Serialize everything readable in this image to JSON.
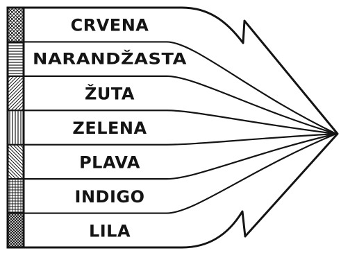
{
  "diagram": {
    "bands": [
      {
        "label": "CRVENA",
        "pattern": "crosshatch"
      },
      {
        "label": "NARANDŽASTA",
        "pattern": "horizontal-lines"
      },
      {
        "label": "ŽUTA",
        "pattern": "diagonal-lines"
      },
      {
        "label": "ZELENA",
        "pattern": "vertical-lines"
      },
      {
        "label": "PLAVA",
        "pattern": "reverse-diagonal-lines"
      },
      {
        "label": "INDIGO",
        "pattern": "grid"
      },
      {
        "label": "LILA",
        "pattern": "dense-crosshatch"
      }
    ],
    "colors": {
      "ink": "#141414",
      "background": "#ffffff"
    }
  }
}
